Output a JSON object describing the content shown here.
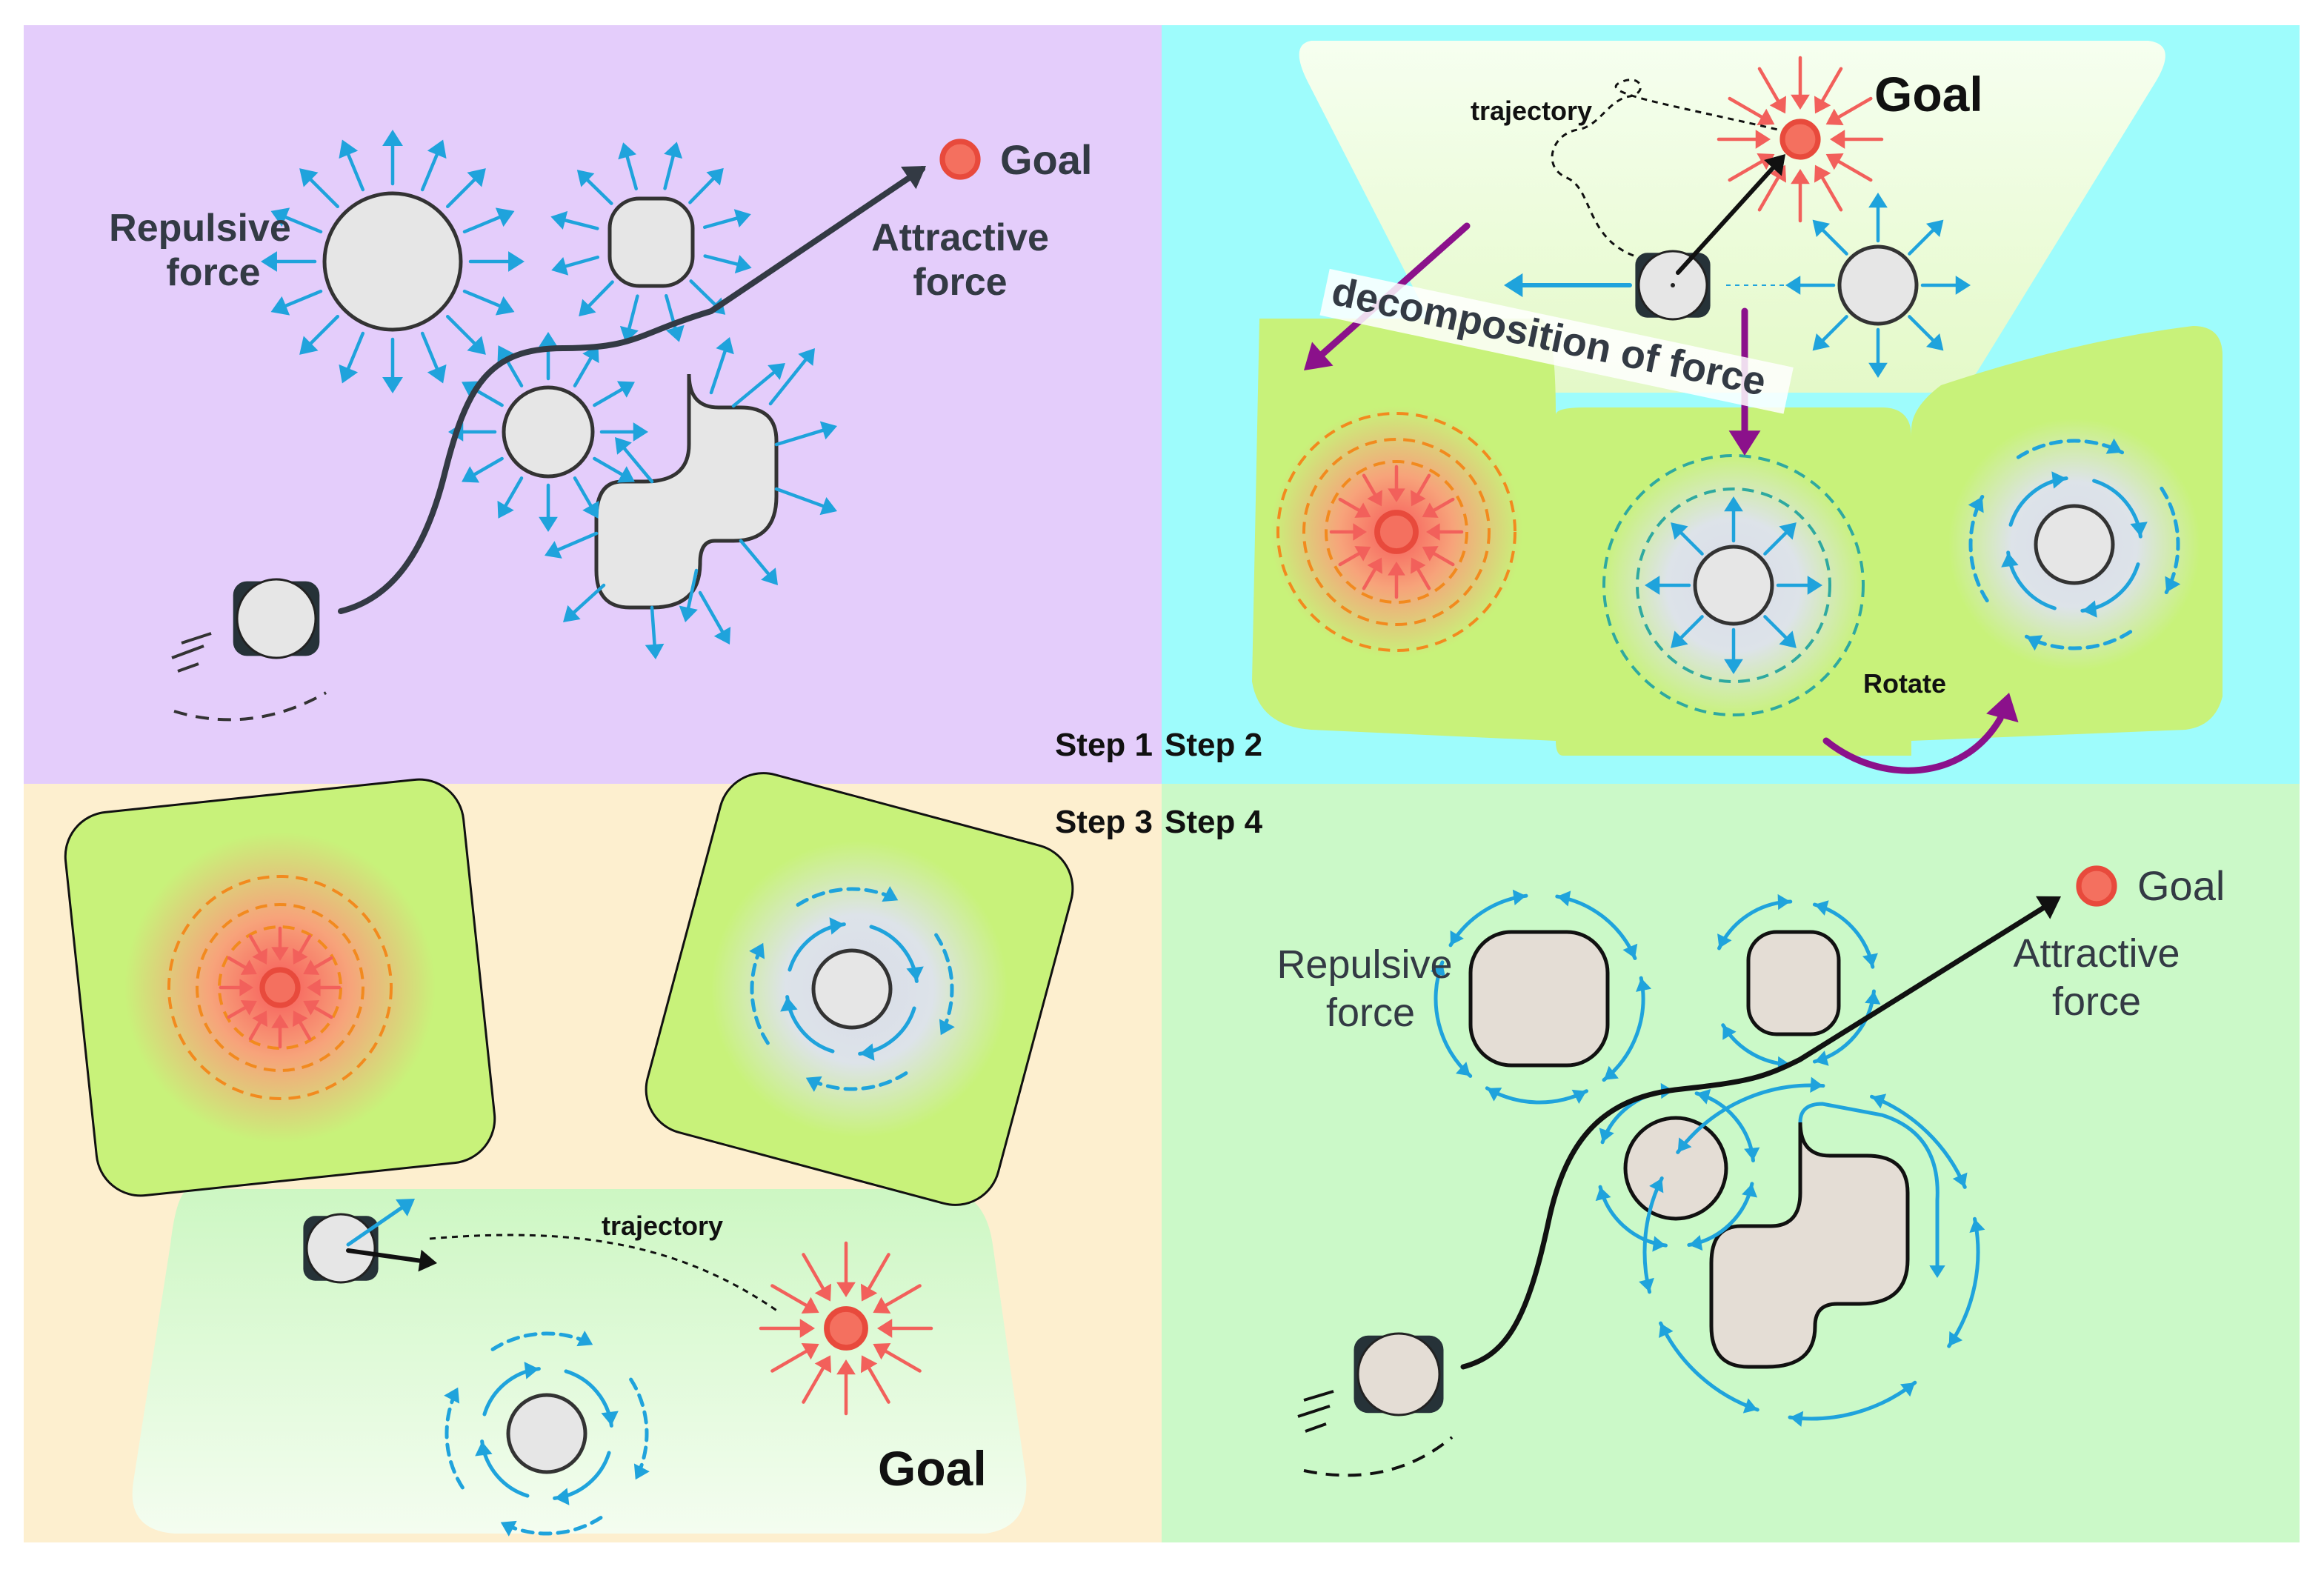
{
  "panels": {
    "step1": {
      "bg": "#e4cdfb",
      "labels": {
        "repulsive": [
          "Repulsive",
          "force"
        ],
        "attractive": [
          "Attractive",
          "force"
        ],
        "goal": "Goal"
      }
    },
    "step2": {
      "bg": "#9efcfc",
      "labels": {
        "trajectory": "trajectory",
        "goal": "Goal",
        "decomposition": "decomposition of force",
        "rotate": "Rotate"
      }
    },
    "step3": {
      "bg": "#fdefcf",
      "labels": {
        "trajectory": "trajectory",
        "goal": "Goal"
      }
    },
    "step4": {
      "bg": "#cbf9c8",
      "labels": {
        "repulsive": [
          "Repulsive",
          "force"
        ],
        "attractive": [
          "Attractive",
          "force"
        ],
        "goal": "Goal"
      }
    }
  },
  "step_labels": {
    "step1": "Step 1",
    "step2": "Step 2",
    "step3": "Step 3",
    "step4": "Step 4"
  },
  "colors": {
    "repulsive_arrow": "#1fa3dc",
    "attractive_arrow": "#f2605b",
    "goal_fill": "#f4705f",
    "goal_stroke": "#e84a3c",
    "decomposition_arrow": "#8b118b",
    "obstacle_fill": "#e6e6e6",
    "obstacle_fill_step4": "#e4ddd5",
    "field_zone": "#c8f27a",
    "orange_contour": "#f28a1e",
    "teal_contour": "#2ea9a0",
    "trajectory_dark": "#333a44"
  },
  "icons": [
    "robot-icon",
    "goal-icon",
    "obstacle-icon",
    "vortex-icon"
  ]
}
